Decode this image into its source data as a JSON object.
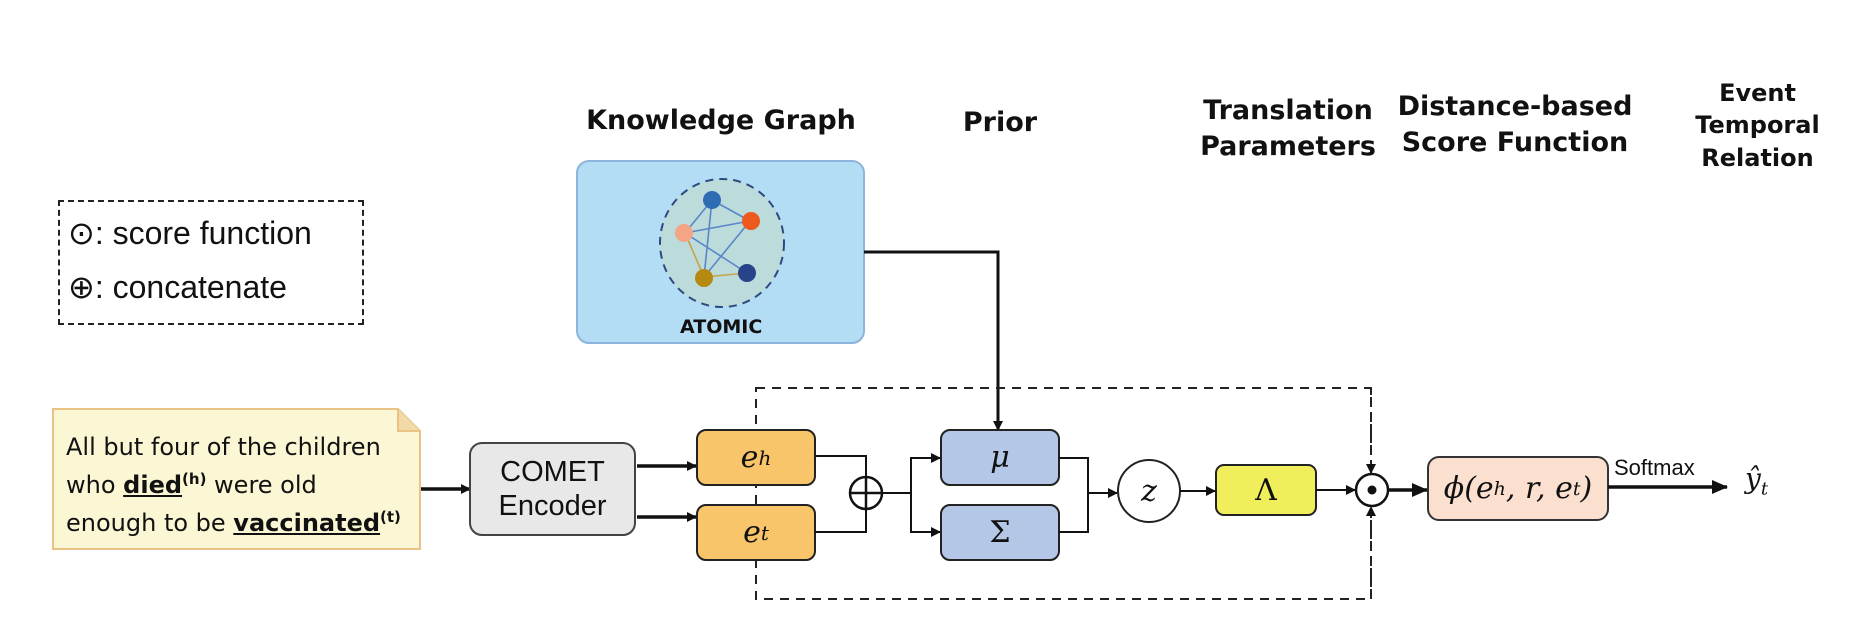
{
  "headers": {
    "knowledge_graph": "Knowledge Graph",
    "prior": "Prior",
    "translation_line1": "Translation",
    "translation_line2": "Parameters",
    "distance_line1": "Distance-based",
    "distance_line2": "Score Function",
    "event_line1": "Event",
    "event_line2": "Temporal",
    "event_line3": "Relation"
  },
  "legend": {
    "score_symbol": "⊙",
    "score_text": ": score function",
    "concat_symbol": "⊕",
    "concat_text": ": concatenate"
  },
  "sentence": {
    "line1": "All but four of the children",
    "line2_pre": "who ",
    "line2_word": "died",
    "line2_sup": "(h)",
    "line2_post": " were old",
    "line3_pre": "enough to be ",
    "line3_word": "vaccinated",
    "line3_sup": "(t)"
  },
  "encoder": {
    "line1": "COMET",
    "line2": "Encoder"
  },
  "atomic_label": "ATOMIC",
  "nodes": {
    "eh": "e",
    "eh_sub": "h",
    "et": "e",
    "et_sub": "t",
    "mu": "μ",
    "sigma": "Σ",
    "z": "z",
    "lambda": "Λ",
    "concat_op": "⊕",
    "score_op": "⊙"
  },
  "score_function": "ϕ(e",
  "score_function_sub1": "h",
  "score_function_mid": ", r, e",
  "score_function_sub2": "t",
  "score_function_end": ")",
  "softmax": "Softmax",
  "output": "ŷ",
  "output_sub": "t",
  "colors": {
    "kg_fill": "#b3dcf5",
    "kg_border": "#8fb4dc",
    "embedding_fill": "#f8c56a",
    "param_fill": "#b4c7e7",
    "lambda_fill": "#f0ee5a",
    "score_fill": "#fbe0d0",
    "sentence_fill": "#fbf7d5",
    "sentence_border": "#e8c384",
    "encoder_fill": "#e8e8e8"
  }
}
